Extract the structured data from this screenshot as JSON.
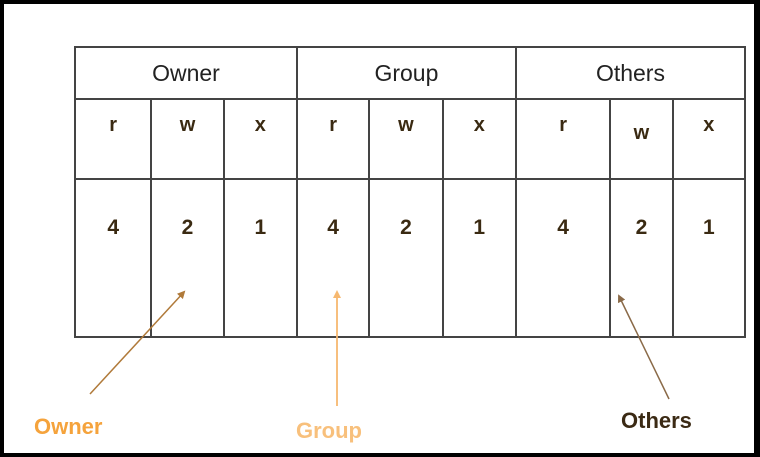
{
  "table": {
    "groups": [
      {
        "label": "Owner",
        "letters": [
          "r",
          "w",
          "x"
        ],
        "values": [
          "4",
          "2",
          "1"
        ]
      },
      {
        "label": "Group",
        "letters": [
          "r",
          "w",
          "x"
        ],
        "values": [
          "4",
          "2",
          "1"
        ]
      },
      {
        "label": "Others",
        "letters": [
          "r",
          "w",
          "x"
        ],
        "values": [
          "4",
          "2",
          "1"
        ]
      }
    ]
  },
  "callouts": {
    "owner": "Owner",
    "group": "Group",
    "others": "Others"
  },
  "colors": {
    "owner_label": "#f5a33c",
    "group_label": "#f8c07c",
    "others_label": "#3b2a14",
    "owner_arrow": "#b07a3a",
    "group_arrow": "#f6b870",
    "others_arrow": "#8a6a48",
    "table_border": "#444444"
  }
}
